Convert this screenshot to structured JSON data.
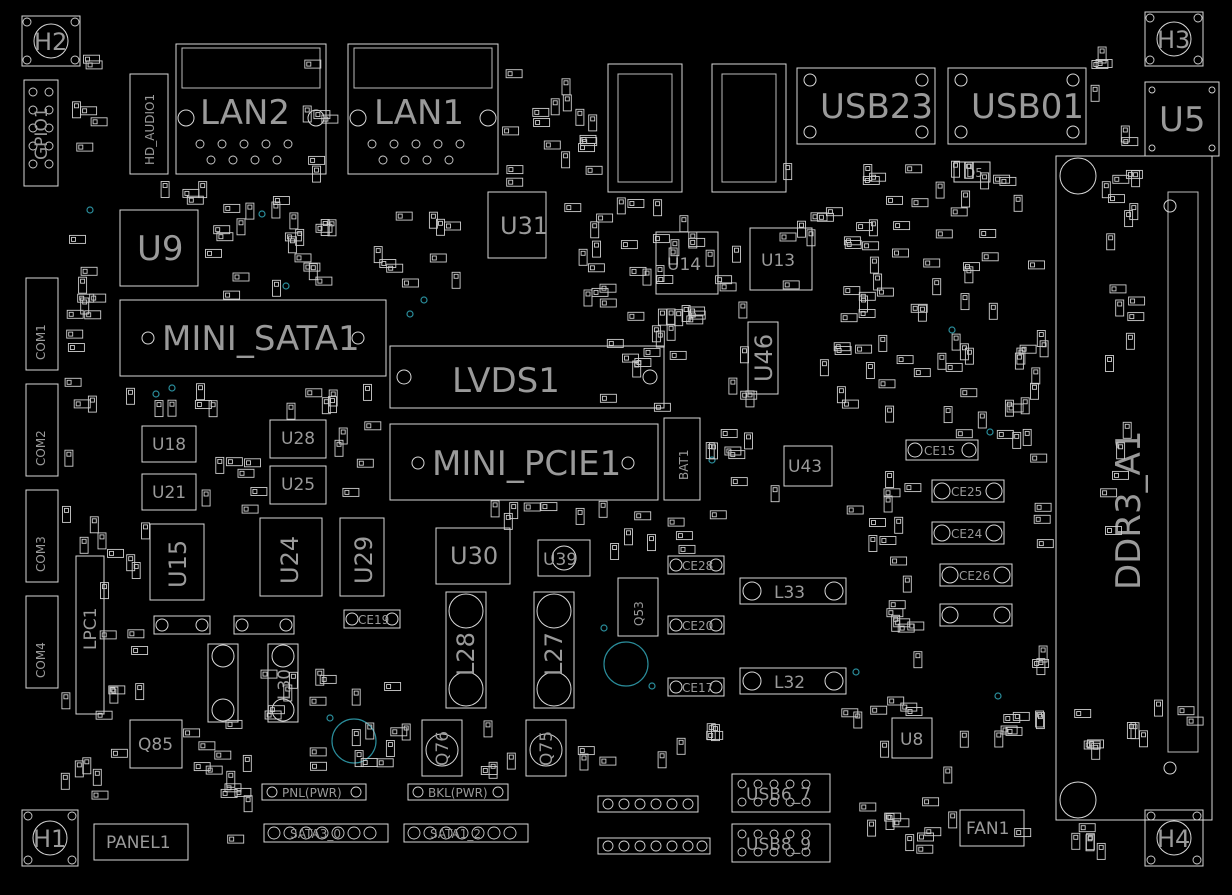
{
  "board": {
    "components": {
      "lan2": "LAN2",
      "lan1": "LAN1",
      "usb23": "USB23",
      "usb01": "USB01",
      "u5": "U5",
      "h2": "H2",
      "h3": "H3",
      "h1": "H1",
      "h4": "H4",
      "u9": "U9",
      "u31": "U31",
      "u14": "U14",
      "u13": "U13",
      "mini_sata1": "MINI_SATA1",
      "lvds1": "LVDS1",
      "mini_pcie1": "MINI_PCIE1",
      "bat1": "BAT1",
      "u46": "U46",
      "u43": "U43",
      "ddr3": "DDR3_A1",
      "u18": "U18",
      "u21": "U21",
      "u28": "U28",
      "u25": "U25",
      "u15": "U15",
      "u24": "U24",
      "u29": "U29",
      "u30": "U30",
      "u39": "U39",
      "q53": "Q53",
      "l28": "L28",
      "l27": "L27",
      "ce15": "CE15",
      "ce25": "CE25",
      "ce24": "CE24",
      "ce26": "CE26",
      "ce28": "CE28",
      "ce20": "CE20",
      "ce17": "CE17",
      "ce19": "CE19",
      "q85": "Q85",
      "u8": "U8",
      "fan1": "FAN1",
      "panel1": "PANEL1",
      "usb6_7": "USB6_7",
      "usb8_9": "USB8_9",
      "q76": "Q76",
      "q75": "Q75",
      "l30": "L30",
      "hd_audio1": "HD_AUDIO1",
      "gpio1": "GPIO1",
      "lpc1": "LPC1",
      "com1": "COM1",
      "com2": "COM2",
      "com3": "COM3",
      "com4": "COM4",
      "sata3": "SATA3_0",
      "sata2": "SATA1_2",
      "pnl_pwr": "PNL(PWR)",
      "bkl_pwr": "BKL(PWR)",
      "d5": "D5",
      "l32": "L32",
      "l33": "L33"
    }
  },
  "colors": {
    "background": "#000000",
    "silkscreen": "#d8d8d8",
    "label": "#9a9a9a",
    "via": "#2a8c9a"
  }
}
